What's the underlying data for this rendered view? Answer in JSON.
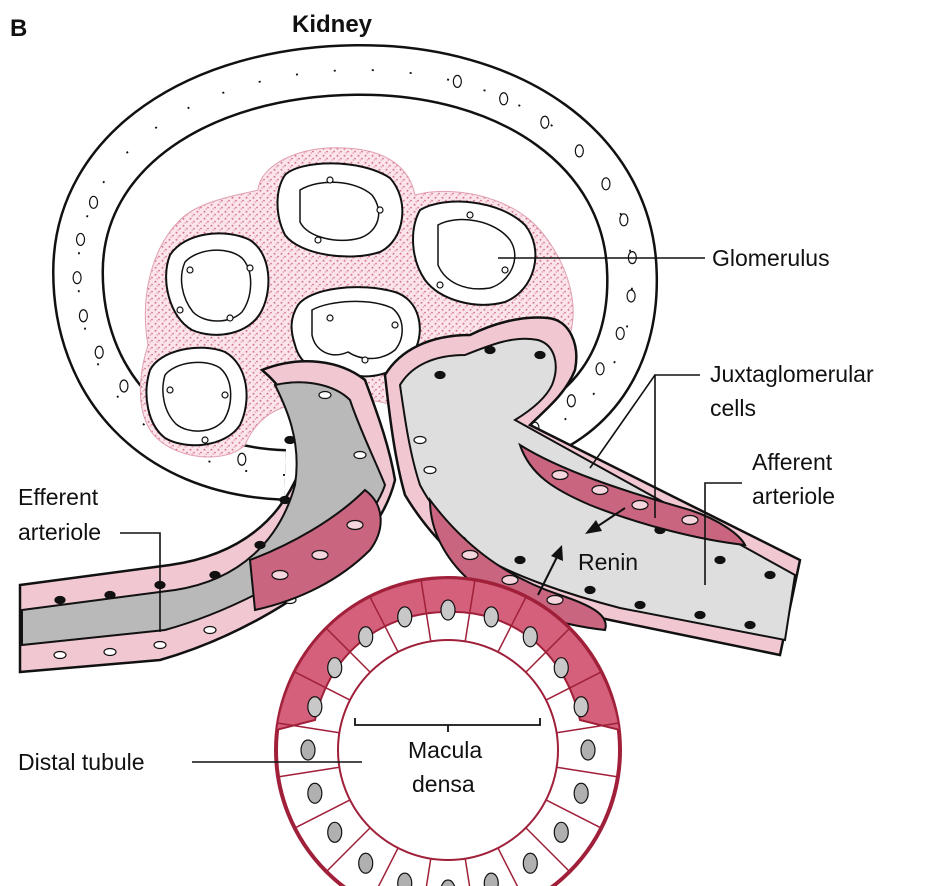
{
  "panel_letter": "B",
  "title": "Kidney",
  "labels": {
    "glomerulus": "Glomerulus",
    "juxtaglomerular_1": "Juxtaglomerular",
    "juxtaglomerular_2": "cells",
    "afferent_1": "Afferent",
    "afferent_2": "arteriole",
    "efferent_1": "Efferent",
    "efferent_2": "arteriole",
    "renin": "Renin",
    "distal_tubule": "Distal tubule",
    "macula_1": "Macula",
    "macula_2": "densa"
  },
  "colors": {
    "outline": "#111111",
    "capillary_stipple": "#d87890",
    "juxtaglomerular_cell": "#c9657f",
    "arteriole_wall": "#f1c8d2",
    "efferent_lumen": "#b9b9b9",
    "afferent_lumen": "#dedede",
    "macula_densa": "#d4607b",
    "tubule_outline": "#a0203a",
    "nucleus": "#a8a8a8"
  }
}
